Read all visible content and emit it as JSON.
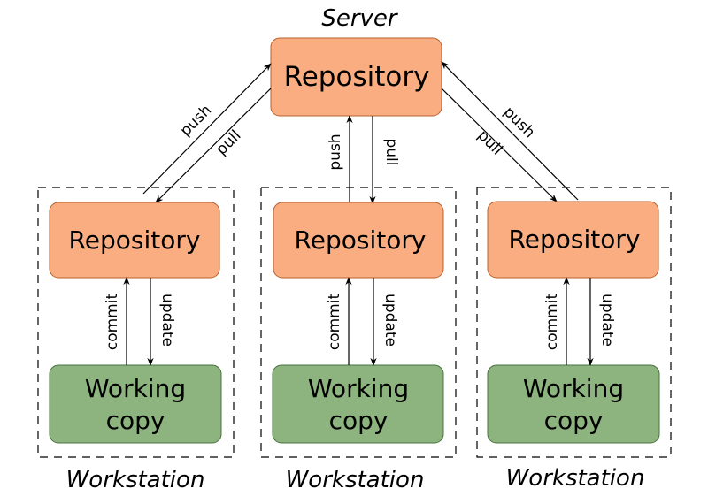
{
  "server": {
    "label": "Server",
    "repository": "Repository"
  },
  "workstations": [
    {
      "label": "Workstation",
      "repository": "Repository",
      "working_copy": [
        "Working",
        "copy"
      ],
      "commit": "commit",
      "update": "update"
    },
    {
      "label": "Workstation",
      "repository": "Repository",
      "working_copy": [
        "Working",
        "copy"
      ],
      "commit": "commit",
      "update": "update"
    },
    {
      "label": "Workstation",
      "repository": "Repository",
      "working_copy": [
        "Working",
        "copy"
      ],
      "commit": "commit",
      "update": "update"
    }
  ],
  "links": [
    {
      "push": "push",
      "pull": "pull"
    },
    {
      "push": "push",
      "pull": "pull"
    },
    {
      "push": "push",
      "pull": "pull"
    }
  ],
  "colors": {
    "repository_fill": "#f9ad80",
    "repository_stroke": "#b7622f",
    "working_fill": "#8db47e",
    "working_stroke": "#4b7040",
    "line": "#000000"
  }
}
